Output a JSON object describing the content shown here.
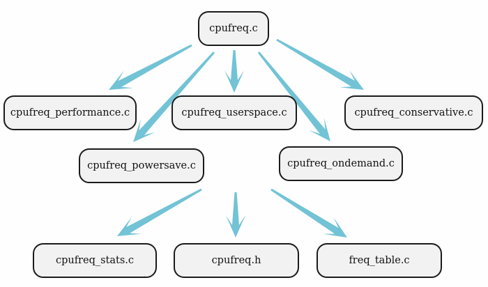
{
  "colors": {
    "arrow": "#72c3d5",
    "node_fill": "#f2f2f2",
    "node_border": "#1a1a1a"
  },
  "nodes": {
    "cpufreq_c": "cpufreq.c",
    "performance": "cpufreq_performance.c",
    "userspace": "cpufreq_userspace.c",
    "conservative": "cpufreq_conservative.c",
    "powersave": "cpufreq_powersave.c",
    "ondemand": "cpufreq_ondemand.c",
    "stats": "cpufreq_stats.c",
    "header": "cpufreq.h",
    "freq_table": "freq_table.c"
  },
  "edges": [
    {
      "from": "cpufreq_c",
      "to": "performance"
    },
    {
      "from": "cpufreq_c",
      "to": "powersave"
    },
    {
      "from": "cpufreq_c",
      "to": "userspace"
    },
    {
      "from": "cpufreq_c",
      "to": "ondemand"
    },
    {
      "from": "cpufreq_c",
      "to": "conservative"
    },
    {
      "from": "powersave",
      "to": "stats"
    },
    {
      "from": "powersave",
      "to": "header"
    },
    {
      "from": "powersave",
      "to": "freq_table"
    }
  ]
}
